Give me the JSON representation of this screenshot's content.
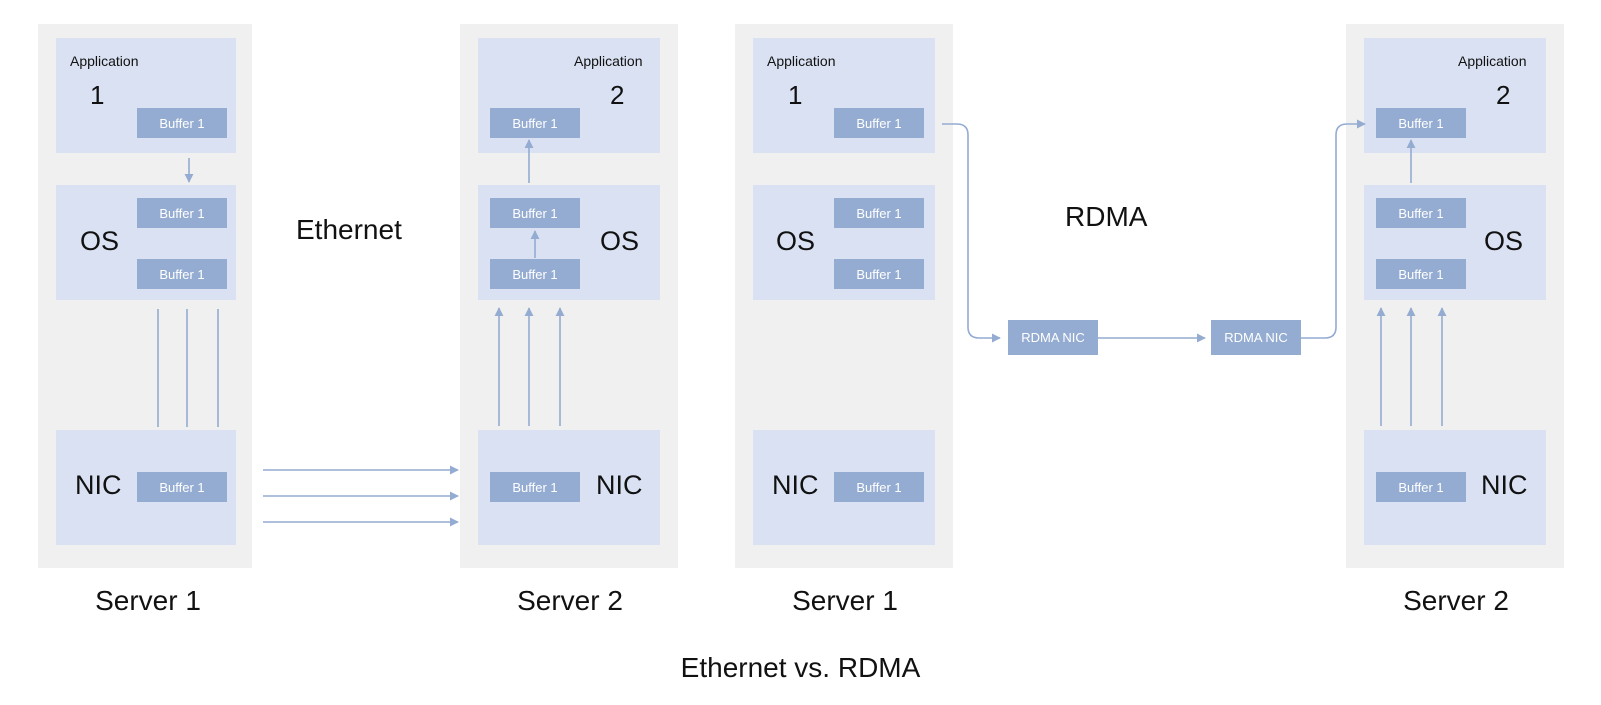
{
  "caption": "Ethernet vs. RDMA",
  "ethernet_section": {
    "heading": "Ethernet",
    "server1": {
      "name": "Server 1",
      "app": {
        "label": "Application",
        "number": "1",
        "buffer": "Buffer 1"
      },
      "os": {
        "label": "OS",
        "buffer_top": "Buffer 1",
        "buffer_bottom": "Buffer 1"
      },
      "nic": {
        "label": "NIC",
        "buffer": "Buffer 1"
      }
    },
    "server2": {
      "name": "Server 2",
      "app": {
        "label": "Application",
        "number": "2",
        "buffer": "Buffer 1"
      },
      "os": {
        "label": "OS",
        "buffer_top": "Buffer 1",
        "buffer_bottom": "Buffer 1"
      },
      "nic": {
        "label": "NIC",
        "buffer": "Buffer 1"
      }
    }
  },
  "rdma_section": {
    "heading": "RDMA",
    "rdma_nic_left": "RDMA NIC",
    "rdma_nic_right": "RDMA NIC",
    "server1": {
      "name": "Server 1",
      "app": {
        "label": "Application",
        "number": "1",
        "buffer": "Buffer 1"
      },
      "os": {
        "label": "OS",
        "buffer_top": "Buffer 1",
        "buffer_bottom": "Buffer 1"
      },
      "nic": {
        "label": "NIC",
        "buffer": "Buffer 1"
      }
    },
    "server2": {
      "name": "Server 2",
      "app": {
        "label": "Application",
        "number": "2",
        "buffer": "Buffer 1"
      },
      "os": {
        "label": "OS",
        "buffer_top": "Buffer 1",
        "buffer_bottom": "Buffer 1"
      },
      "nic": {
        "label": "NIC",
        "buffer": "Buffer 1"
      }
    }
  },
  "colors": {
    "server_bg": "#f0f0f0",
    "box_bg": "#d9e1f2",
    "buffer_bg": "#94acd1",
    "arrow": "#94acd1"
  }
}
